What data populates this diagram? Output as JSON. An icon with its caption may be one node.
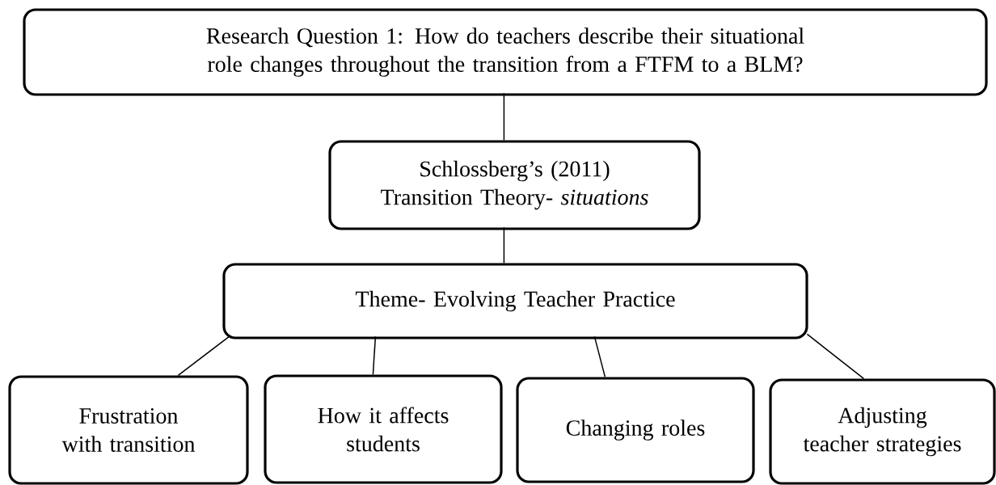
{
  "diagram": {
    "nodes": [
      {
        "text": [
          "Research Question 1: How do teachers describe their situational role changes throughout the transition from a FTFM to a BLM?"
        ]
      },
      {
        "text": [
          "Schlossberg’s (2011) Transition Theory- *situations*"
        ]
      },
      {
        "text": [
          "Theme- Evolving Teacher Practice"
        ]
      },
      {
        "text": [
          "Frustration with transition"
        ]
      },
      {
        "text": [
          "How it affects students"
        ]
      },
      {
        "text": [
          "Changing roles"
        ]
      },
      {
        "text": [
          "Adjusting teacher strategies"
        ]
      }
    ],
    "edges": [
      {
        "from": 0,
        "to": 1,
        "arrow": "none"
      },
      {
        "from": 1,
        "to": 2,
        "arrow": "none"
      },
      {
        "from": 2,
        "to": 3,
        "arrow": "none"
      },
      {
        "from": 2,
        "to": 4,
        "arrow": "none"
      },
      {
        "from": 2,
        "to": 5,
        "arrow": "none"
      },
      {
        "from": 2,
        "to": 6,
        "arrow": "none"
      }
    ]
  }
}
